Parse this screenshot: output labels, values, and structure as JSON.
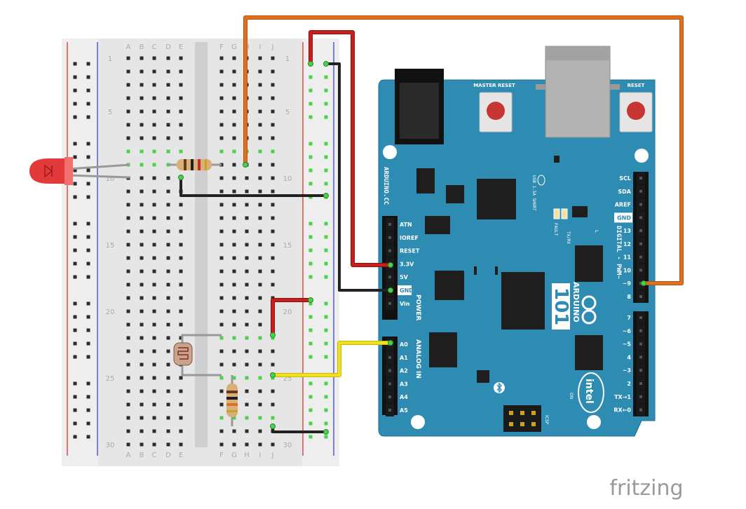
{
  "breadboard": {
    "columns_left": [
      "A",
      "B",
      "C",
      "D",
      "E"
    ],
    "columns_right": [
      "F",
      "G",
      "H",
      "I",
      "J"
    ],
    "row_numbers": [
      "1",
      "5",
      "10",
      "15",
      "20",
      "25",
      "30"
    ]
  },
  "board": {
    "buttons": {
      "master_reset": "MASTER RESET",
      "reset": "RESET"
    },
    "vendor_text": "ARDUINO.CC",
    "usb_text": "USB 1.5A SHORT",
    "fault_text": "FAULT",
    "txrx_text": "TX/RX",
    "led_l": "L",
    "power_title": "POWER",
    "power_pins": [
      "ATN",
      "IOREF",
      "RESET",
      "3.3V",
      "5V",
      "GND",
      "Vin"
    ],
    "analog_title": "ANALOG IN",
    "analog_pins": [
      "A0",
      "A1",
      "A2",
      "A3",
      "A4",
      "A5"
    ],
    "top_pins": [
      "SCL",
      "SDA",
      "AREF",
      "GND"
    ],
    "digital_title": "DIGITAL - PWM~",
    "digital_high": [
      "13",
      "12",
      "11",
      "10",
      "~9",
      "8"
    ],
    "digital_low": [
      "7",
      "~6",
      "~5",
      "4",
      "~3",
      "2",
      "TX→1",
      "RX←0"
    ],
    "model_name": "ARDUINO",
    "model_number": "101",
    "brand": "intel",
    "on_label": "ON",
    "icsp_label": "ICSP"
  },
  "watermark": "fritzing",
  "colors": {
    "board": "#2e8bb2",
    "wire_red": "#c81e1e",
    "wire_black": "#222222",
    "wire_orange": "#e07020",
    "wire_yellow": "#f0e020",
    "hole_active": "#4cd14c",
    "rail_red": "#d94a4a",
    "rail_blue": "#5058d8"
  }
}
